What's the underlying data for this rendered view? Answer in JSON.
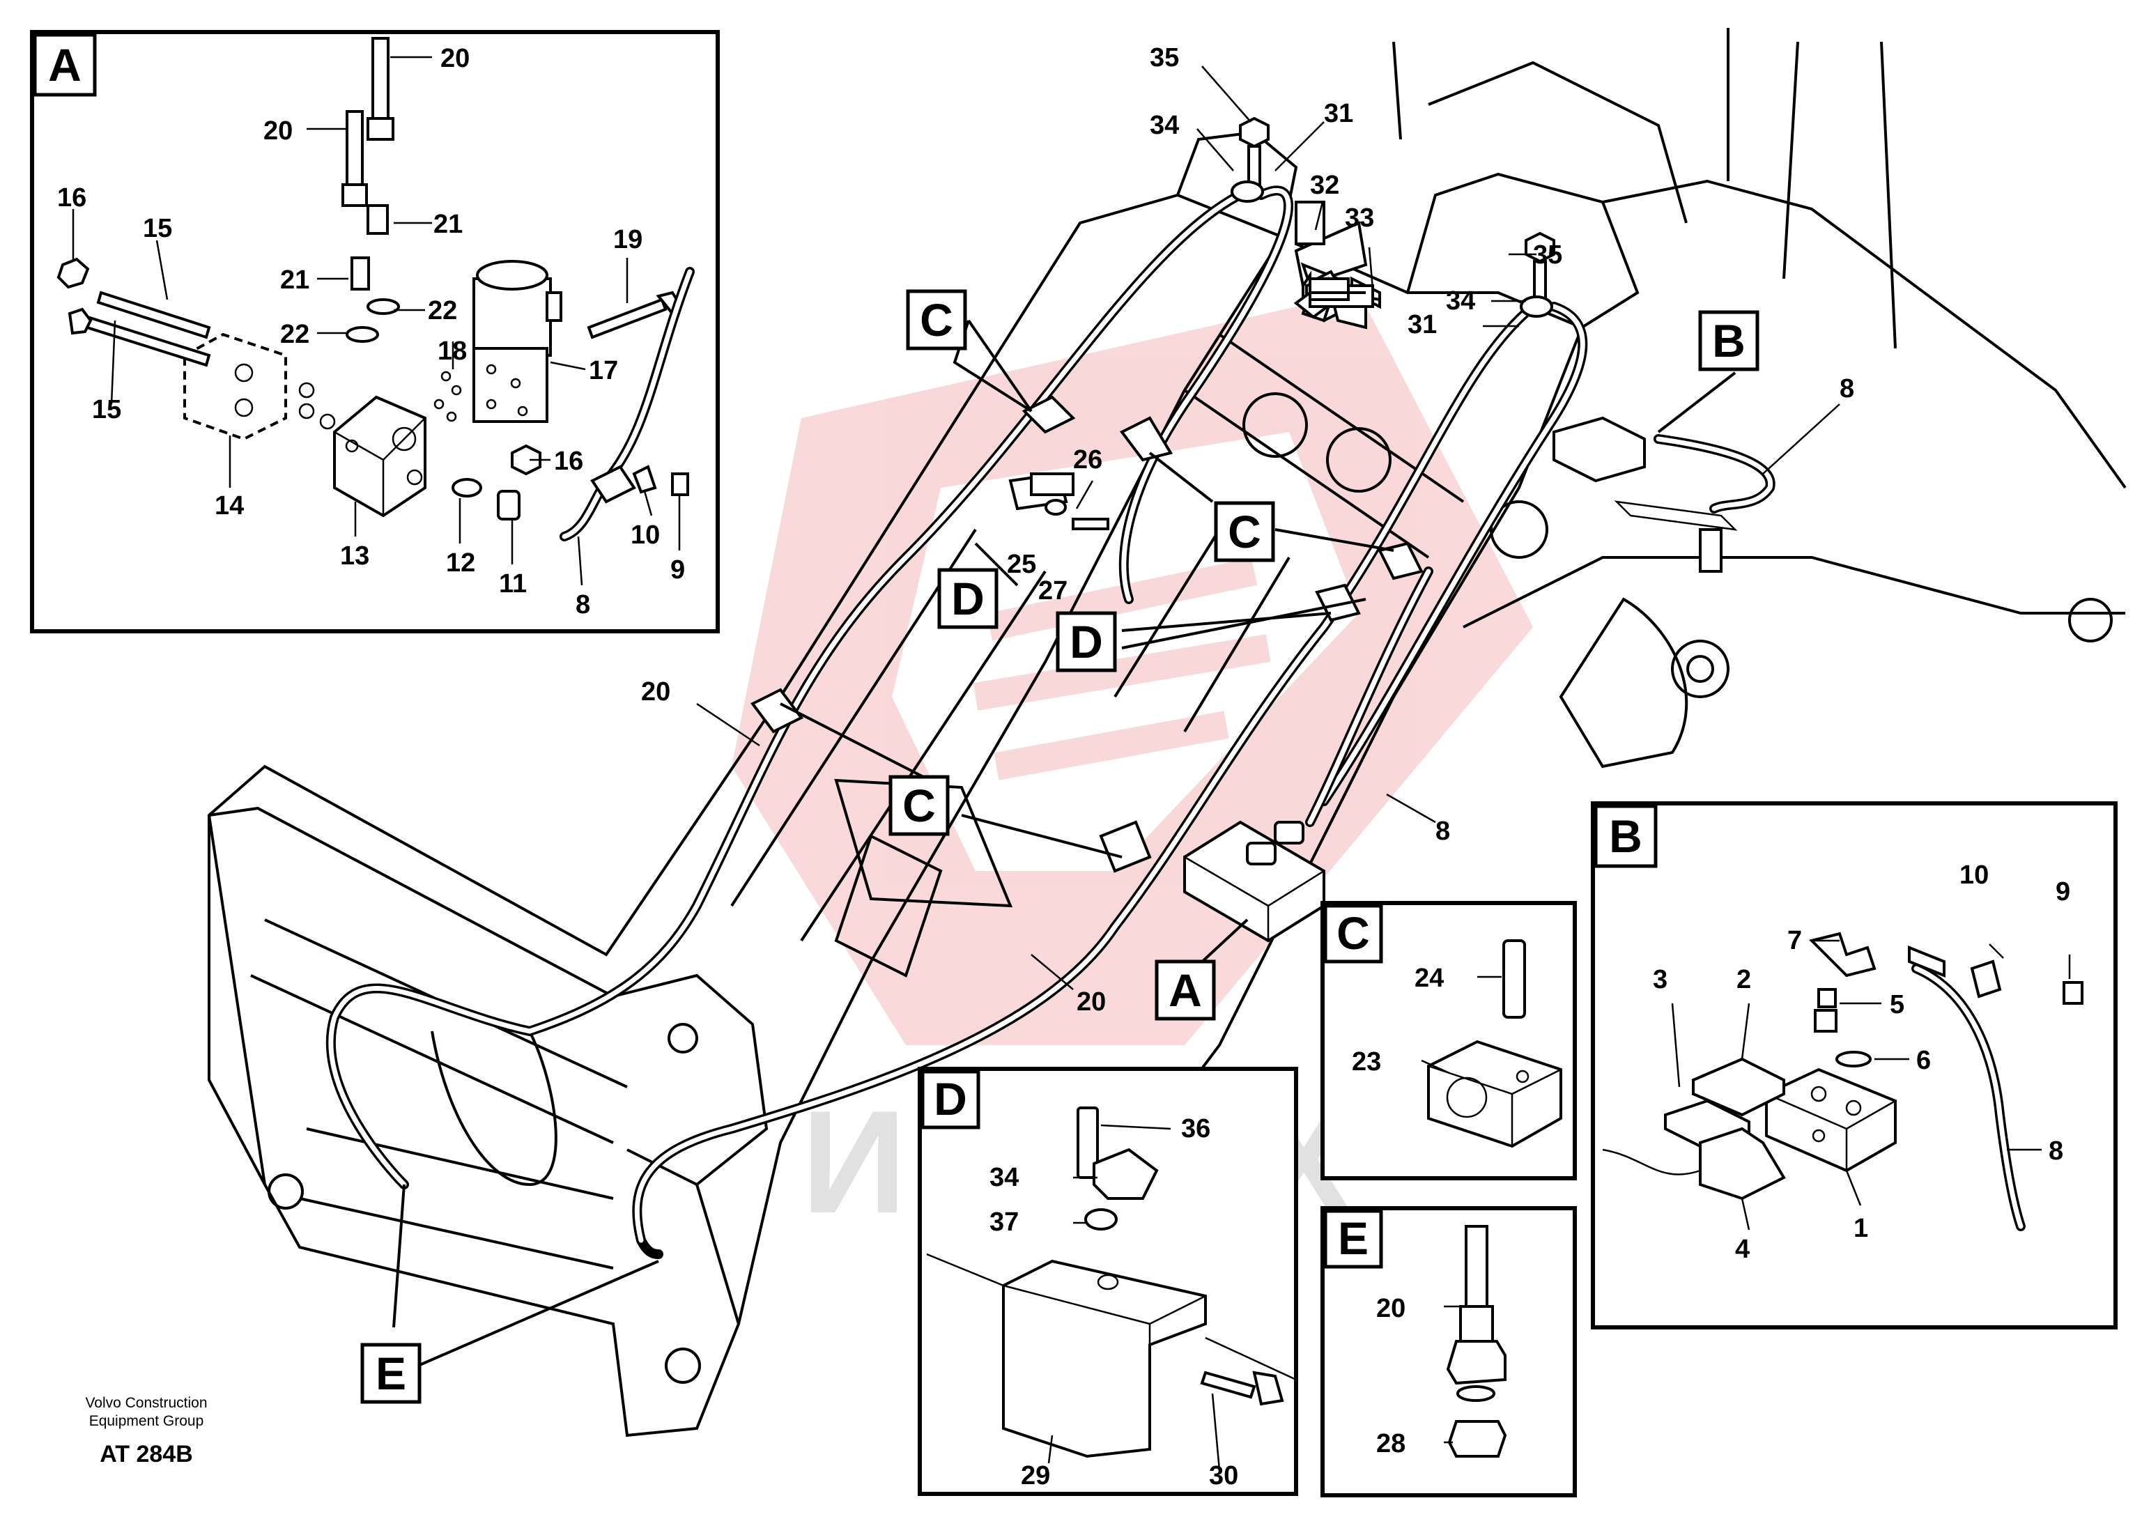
{
  "watermark": {
    "text": "ИНТЕХ",
    "color": "#e06060"
  },
  "footer": {
    "line1": "Volvo Construction",
    "line2": "Equipment Group",
    "code": "AT 284B"
  },
  "inset_A": {
    "title": "A",
    "labels": [
      "20",
      "20",
      "21",
      "21",
      "22",
      "22",
      "16",
      "15",
      "15",
      "14",
      "13",
      "12",
      "11",
      "8",
      "10",
      "9",
      "16",
      "17",
      "18",
      "19"
    ]
  },
  "inset_B": {
    "title": "B",
    "labels": [
      "10",
      "9",
      "7",
      "3",
      "2",
      "5",
      "6",
      "8",
      "1",
      "4"
    ]
  },
  "inset_C": {
    "title": "C",
    "labels": [
      "24",
      "23"
    ]
  },
  "inset_D": {
    "title": "D",
    "labels": [
      "36",
      "34",
      "37",
      "29",
      "30"
    ]
  },
  "inset_E": {
    "title": "E",
    "labels": [
      "20",
      "28"
    ]
  },
  "main": {
    "callouts": [
      "35",
      "34",
      "31",
      "32",
      "33",
      "35",
      "34",
      "31",
      "26",
      "25",
      "27",
      "8",
      "20",
      "20",
      "8"
    ],
    "view_tags": [
      "C",
      "C",
      "C",
      "D",
      "D",
      "B",
      "A",
      "E"
    ]
  }
}
